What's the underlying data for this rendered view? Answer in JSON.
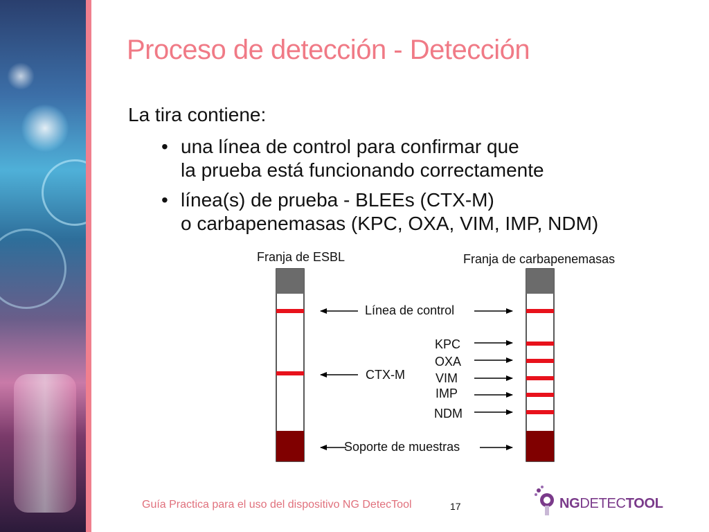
{
  "slide": {
    "title": "Proceso de detección - Detección",
    "intro": "La tira contiene:",
    "bullets": [
      {
        "line1": "una línea de control para confirmar que",
        "line2": "la prueba está funcionando correctamente"
      },
      {
        "line1": "línea(s) de prueba - BLEEs (CTX-M)",
        "line2": "o carbapenemasas (KPC, OXA, VIM, IMP, NDM)"
      }
    ]
  },
  "diagram": {
    "strip_left_label": "Franja de ESBL",
    "strip_right_label": "Franja de carbapenemasas",
    "control_label": "Línea de control",
    "ctxm_label": "CTX-M",
    "sample_label": "Soporte de muestras",
    "carbapenemase_labels": [
      "KPC",
      "OXA",
      "VIM",
      "IMP",
      "NDM"
    ],
    "colors": {
      "band": "#e8121c",
      "cap": "#6b6b6b",
      "pad": "#800000",
      "accent": "#f07a86"
    }
  },
  "footer": {
    "text": "Guía Practica para el uso del dispositivo NG DetecTool",
    "page": "17",
    "logo_ng": "NG",
    "logo_detec": "DETEC",
    "logo_tool": "TOOL"
  }
}
